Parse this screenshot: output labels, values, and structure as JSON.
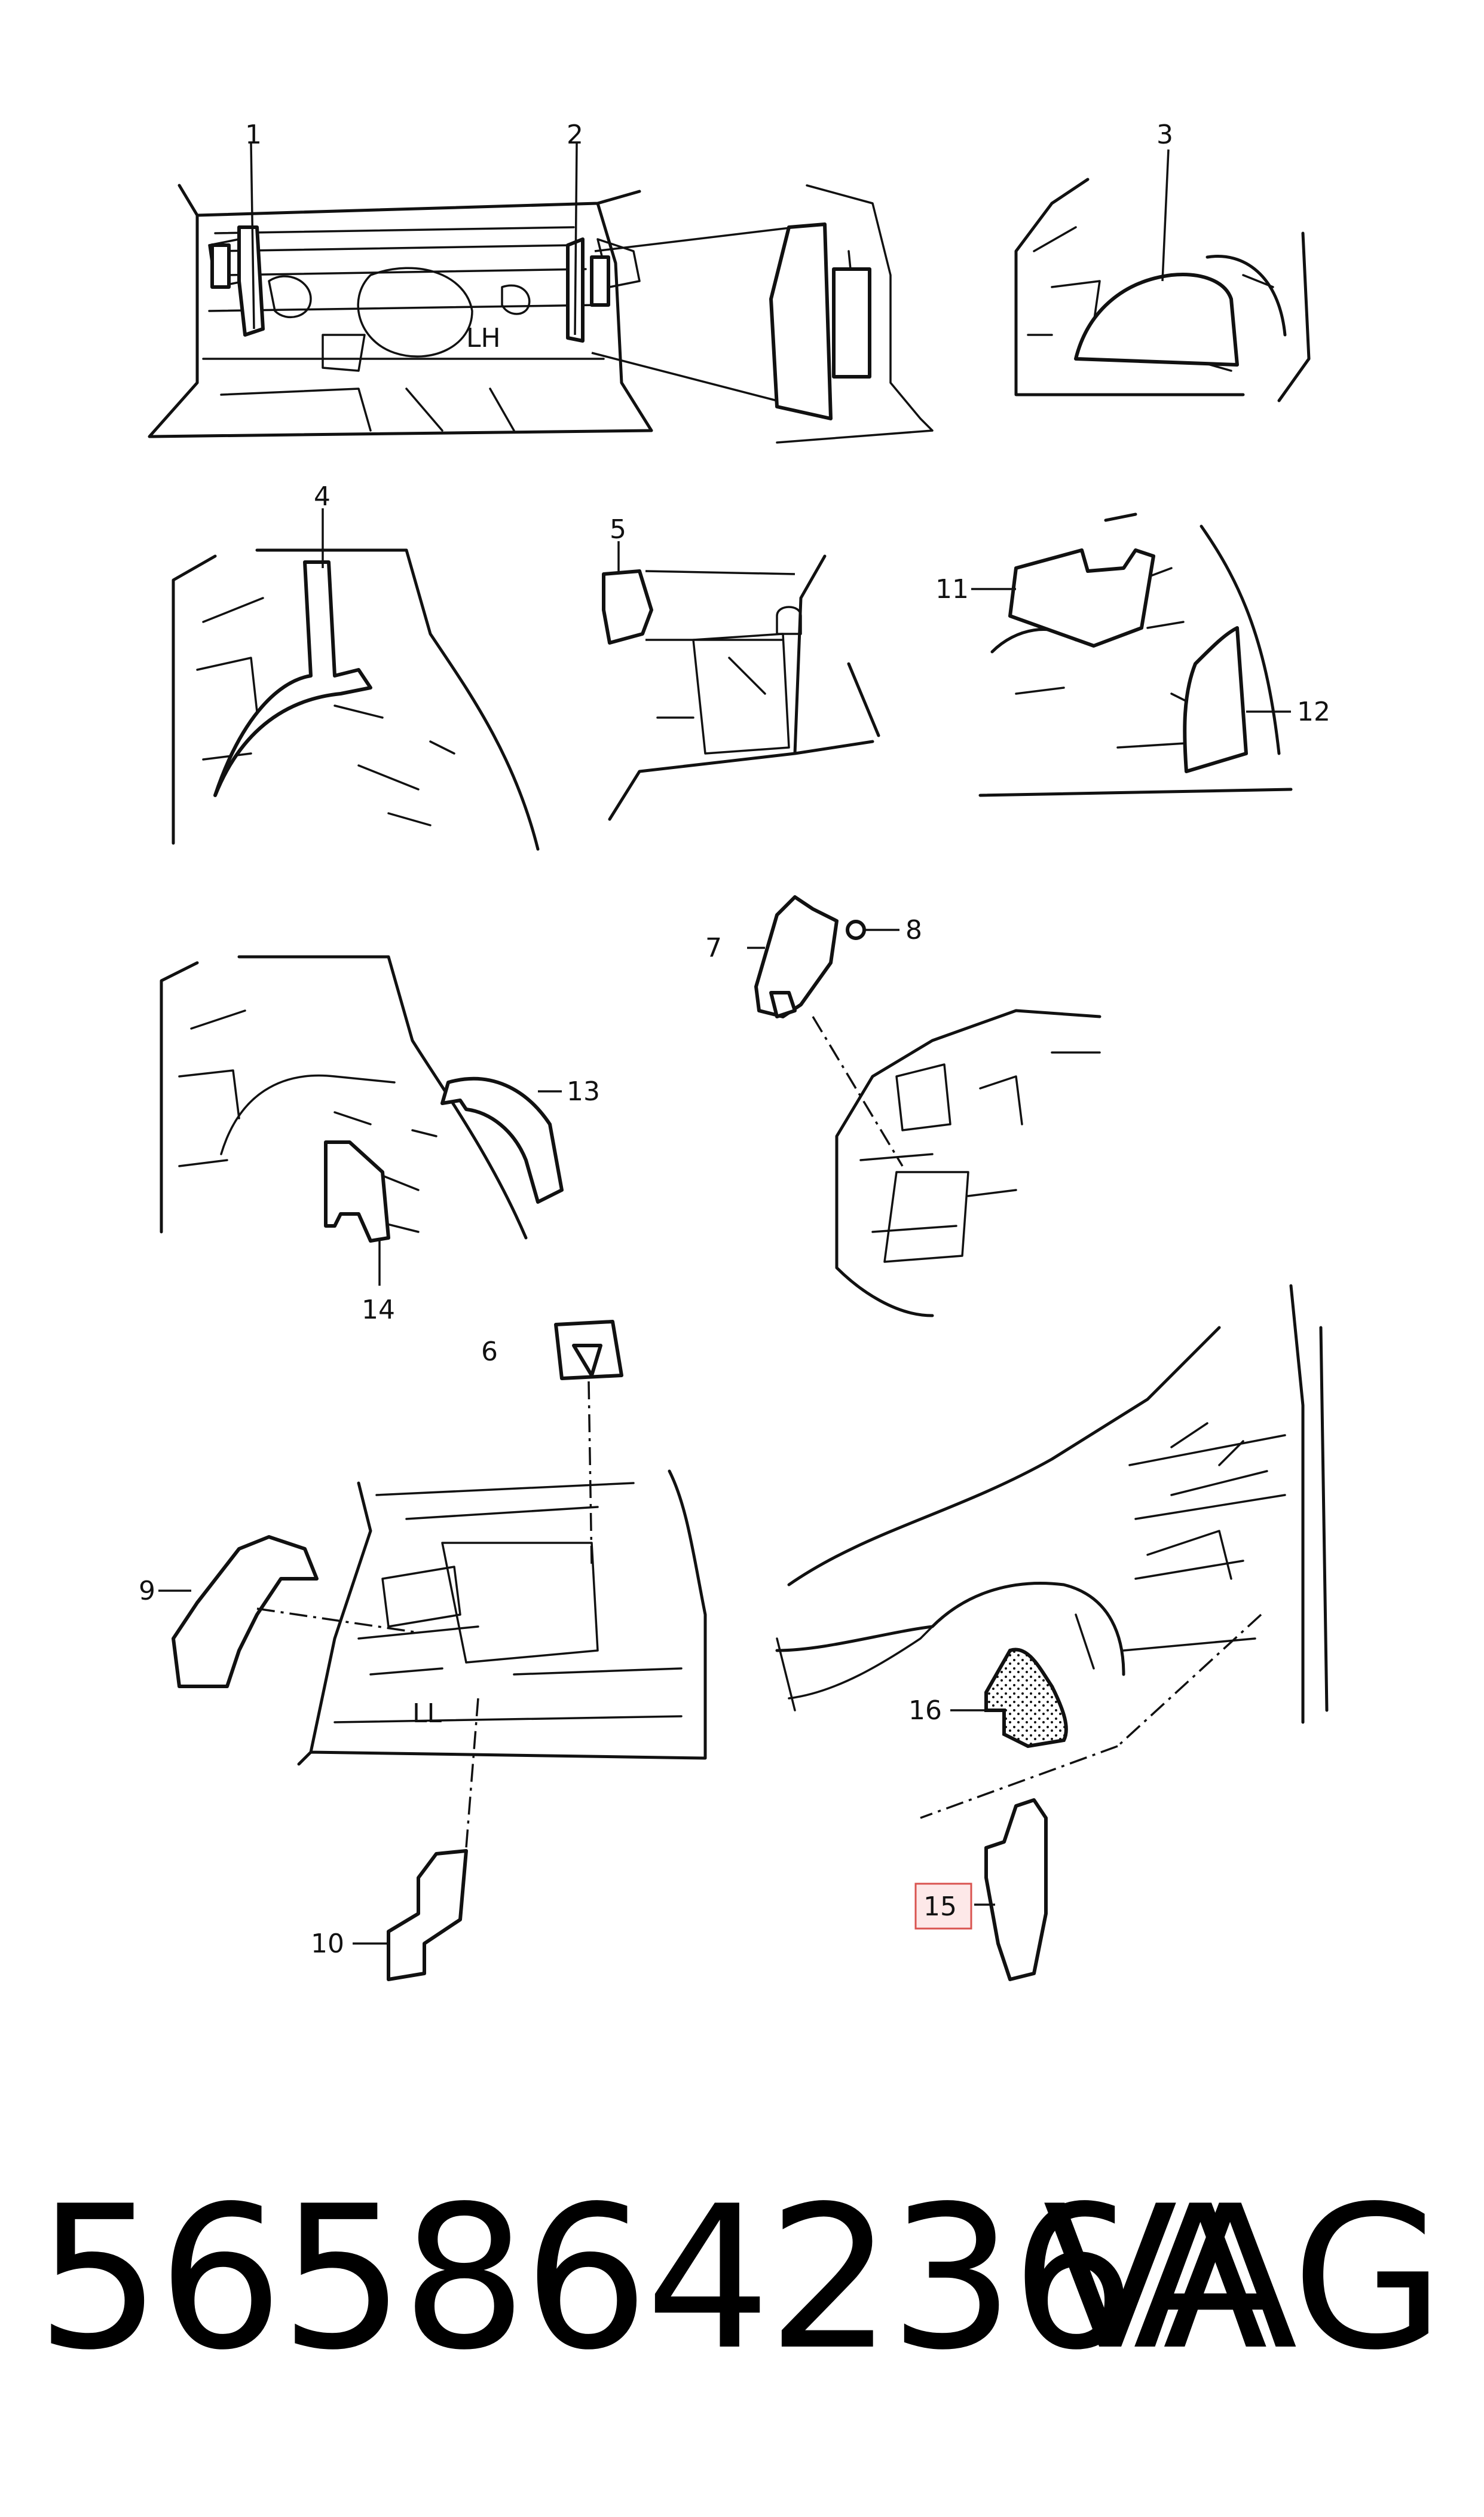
{
  "diagram": {
    "callouts": [
      "1",
      "2",
      "3",
      "4",
      "5",
      "6",
      "7",
      "8",
      "9",
      "10",
      "11",
      "12",
      "13",
      "14",
      "15",
      "16"
    ],
    "highlighted_callout": "15",
    "inline_text": {
      "lh": "LH",
      "ll": "LL"
    }
  },
  "footer": {
    "part_number": "565864236A",
    "brand": "VAG"
  }
}
